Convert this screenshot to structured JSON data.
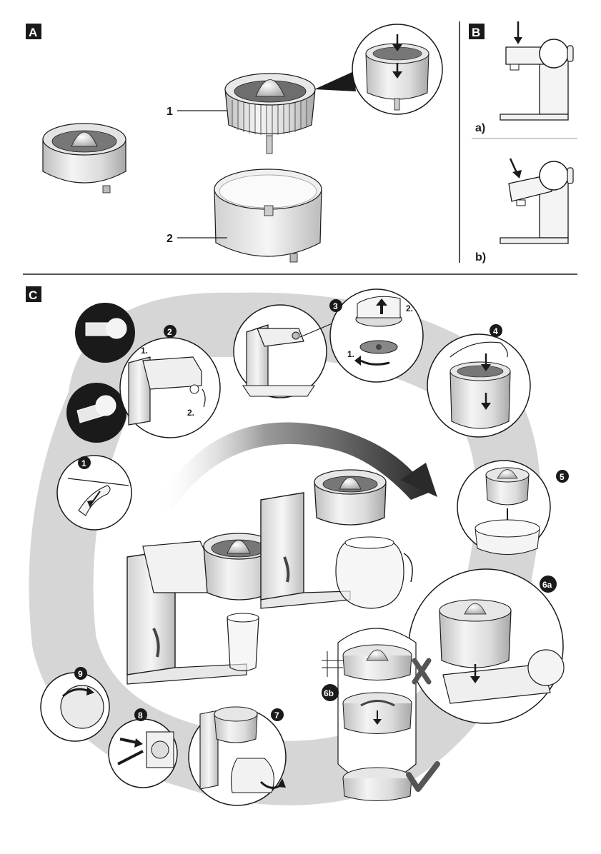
{
  "colors": {
    "ink": "#1a1a1a",
    "metal_light": "#eeeeee",
    "metal_mid": "#cfcfcf",
    "metal_dark": "#9a9a9a",
    "shadow": "#d9d9d9",
    "arrow": "#555555"
  },
  "section_A": {
    "letter": "A",
    "callouts": [
      "1",
      "2"
    ]
  },
  "section_B": {
    "letter": "B",
    "sub_a": "a)",
    "sub_b": "b)"
  },
  "section_C": {
    "letter": "C",
    "steps": [
      "1",
      "2",
      "3",
      "4",
      "5",
      "6a",
      "6b",
      "7",
      "8",
      "9"
    ],
    "step2_sub": [
      "1.",
      "2."
    ],
    "step3_sub": [
      "2.",
      "1."
    ]
  },
  "icons": {
    "check": "check-mark-icon",
    "cross": "cross-mark-icon"
  }
}
